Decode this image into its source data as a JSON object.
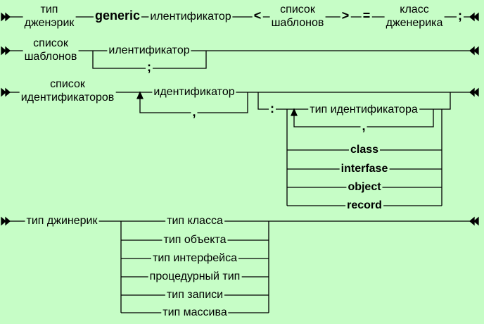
{
  "rule1": {
    "term_generic_type": "тип\nдженэрик",
    "kw_generic": "generic",
    "term_identifier": "илентификатор",
    "sym_lt": "<",
    "term_template_list": "список\nшаблонов",
    "sym_gt": ">",
    "sym_eq": "=",
    "term_generic_class": "класс\nдженерика",
    "sym_semicolon": ";"
  },
  "rule2": {
    "term_template_list": "список\nшаблонов",
    "term_identifier": "илентификатор",
    "sym_semicolon": ";"
  },
  "rule3": {
    "term_identifier_list": "список\nидентификаторов",
    "term_identifier": "идентификатор",
    "sym_comma": ",",
    "sym_colon": ":",
    "term_type_identifier": "тип идентификатора",
    "sym_comma2": ",",
    "kw_class": "class",
    "kw_interface": "interfase",
    "kw_object": "object",
    "kw_record": "record"
  },
  "rule4": {
    "term_generic_type": "тип джинерик",
    "alt_class_type": "тип класса",
    "alt_object_type": "тип объекта",
    "alt_interface_type": "тип интерфейса",
    "alt_procedural_type": "процедурный тип",
    "alt_record_type": "тип записи",
    "alt_array_type": "тип массива"
  },
  "colors": {
    "background": "#c6fdc6",
    "line": "#000000"
  }
}
